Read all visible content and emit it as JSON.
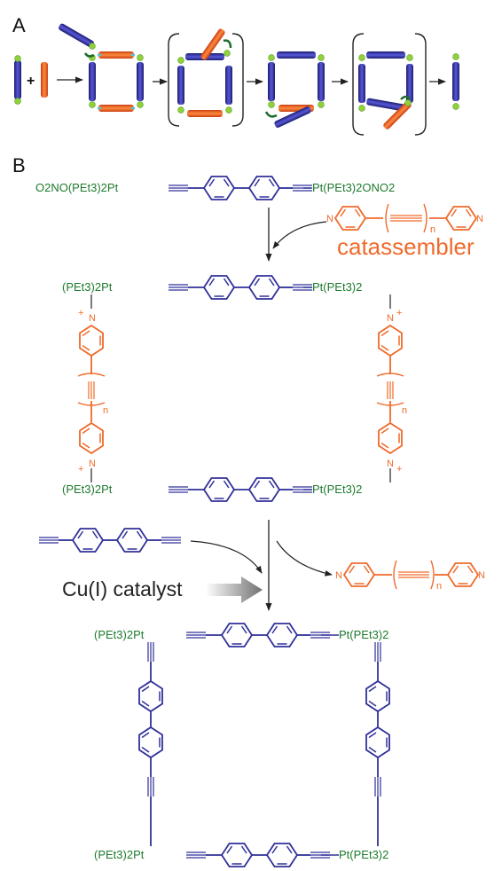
{
  "panels": {
    "a": "A",
    "b": "B"
  },
  "chem": {
    "pt_left": "(PEt3)2Pt",
    "pt_right": "Pt(PEt3)2",
    "start_left": "O2NO(PEt3)2Pt",
    "start_right": "Pt(PEt3)2ONO2",
    "catassembler": "catassembler",
    "catalyst": "Cu(I) catalyst",
    "n": "n",
    "N": "N",
    "plus": "+"
  },
  "colors": {
    "green": "#1e7a2e",
    "blue": "#30309a",
    "orange": "#ef6a2a",
    "gray": "#7a7a7a"
  }
}
